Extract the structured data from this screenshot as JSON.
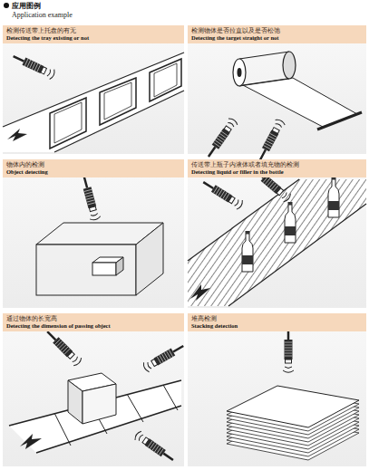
{
  "diagram": {
    "title": "应用图例",
    "nodes": [
      {
        "text": [
          "检测传送带上托盘的有无",
          "Detecting the tray existing or not"
        ]
      },
      {
        "text": [
          "检测物体是否拉直以及是否松弛",
          "Detecting the target straight or not"
        ]
      },
      {
        "text": [
          "物体内的检测",
          "Object detecting"
        ]
      },
      {
        "text": [
          "传送带上瓶子内液体或者填充物的检测",
          "Detecting liquid or filler in the bottle"
        ]
      },
      {
        "text": [
          "通过物体的长宽高",
          "Detecting the dimension of passing object"
        ]
      },
      {
        "text": [
          "堆高检测",
          "Stacking detection"
        ]
      }
    ],
    "labels": [
      "Application example"
    ]
  }
}
